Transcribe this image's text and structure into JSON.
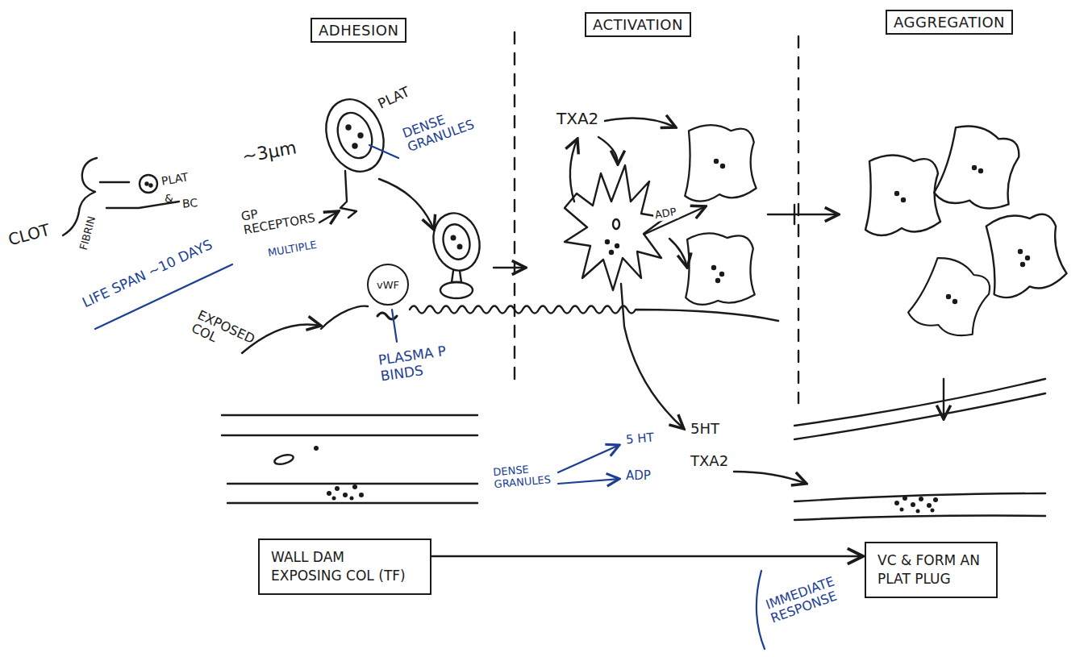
{
  "diagram": {
    "nodes": [
      {
        "text": [
          "ADHESION"
        ]
      },
      {
        "text": [
          "ACTIVATION"
        ]
      },
      {
        "text": [
          "AGGREGATION"
        ]
      },
      {
        "text": [
          "vWF"
        ]
      },
      {
        "text": [
          "WALL DAM EXPOSING COL (TF)"
        ]
      },
      {
        "text": [
          "VC & FORM AN PLAT PLUG"
        ]
      }
    ],
    "edges": [
      {
        "from": 4,
        "to": 5,
        "arrow": "to"
      }
    ],
    "labels": [
      "CLOT",
      "PLAT",
      "&",
      "BC",
      "FIBRIN",
      "PLAT",
      "DENSE GRANULES",
      "~3μm",
      "LIFE SPAN ~10 DAYS",
      "GP RECEPTORS",
      "MULTIPLE",
      "EXPOSED COL",
      "PLASMA P BINDS",
      "TXA2",
      "ADP",
      "5HT",
      "TXA2",
      "DENSE GRANULES",
      "5 HT",
      "ADP",
      "IMMEDIATE RESPONSE"
    ]
  }
}
